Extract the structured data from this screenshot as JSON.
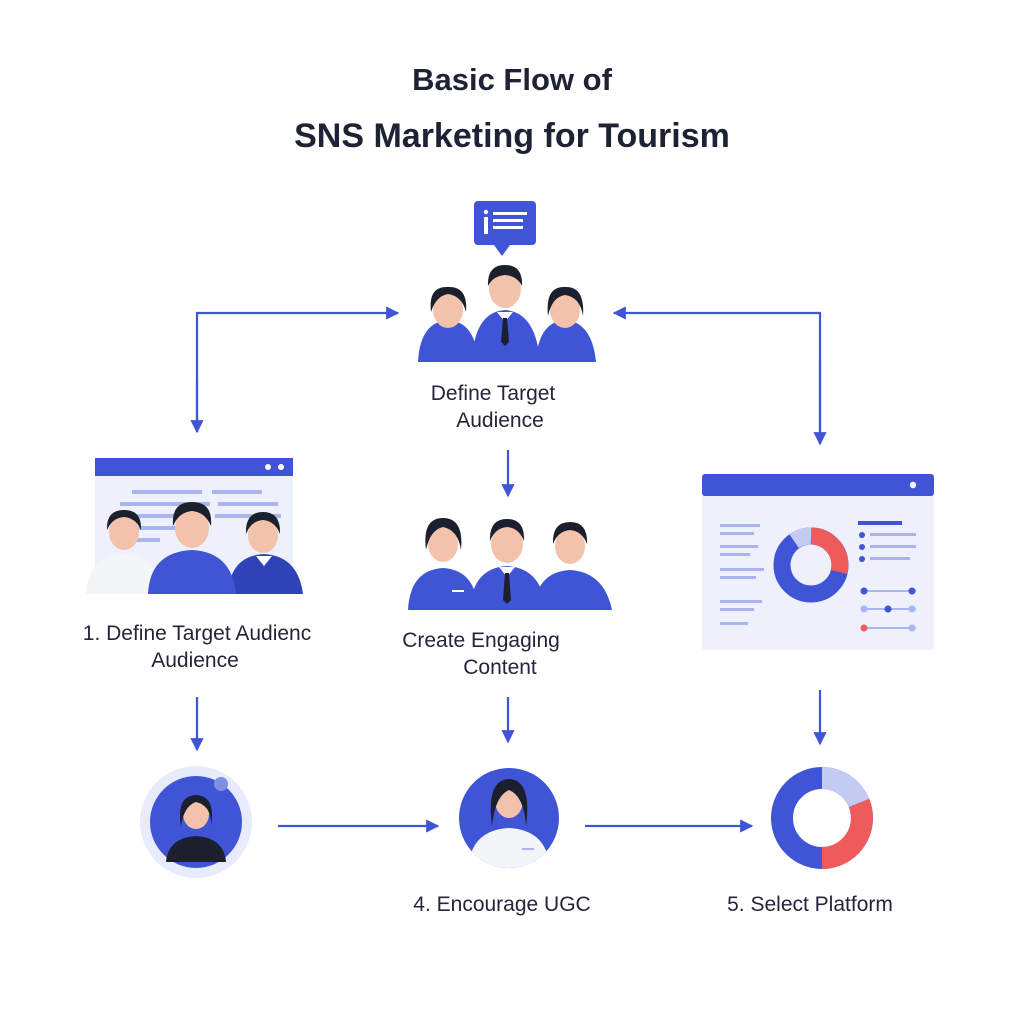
{
  "title": {
    "line1": "Basic Flow of",
    "line2": "SNS Marketing for Tourism"
  },
  "nodes": {
    "top": {
      "line1": "Define Target",
      "line2": "Audience"
    },
    "left": {
      "line1": "1. Define Target Audienc",
      "line2": "Audience"
    },
    "center": {
      "line1": "Create Engaging",
      "line2": "Content"
    },
    "bottom_center": {
      "label": "4. Encourage UGC"
    },
    "bottom_right": {
      "label": "5. Select Platform"
    }
  },
  "colors": {
    "primary_blue": "#3f55d6",
    "light_blue": "#e8ebfb",
    "red_accent": "#ef5b5b",
    "text_dark": "#1e2235"
  },
  "icons": [
    "chat-bubble-icon",
    "team-icon",
    "browser-window-icon",
    "dashboard-icon",
    "donut-chart-icon",
    "person-avatar-icon",
    "arrow-icon"
  ]
}
